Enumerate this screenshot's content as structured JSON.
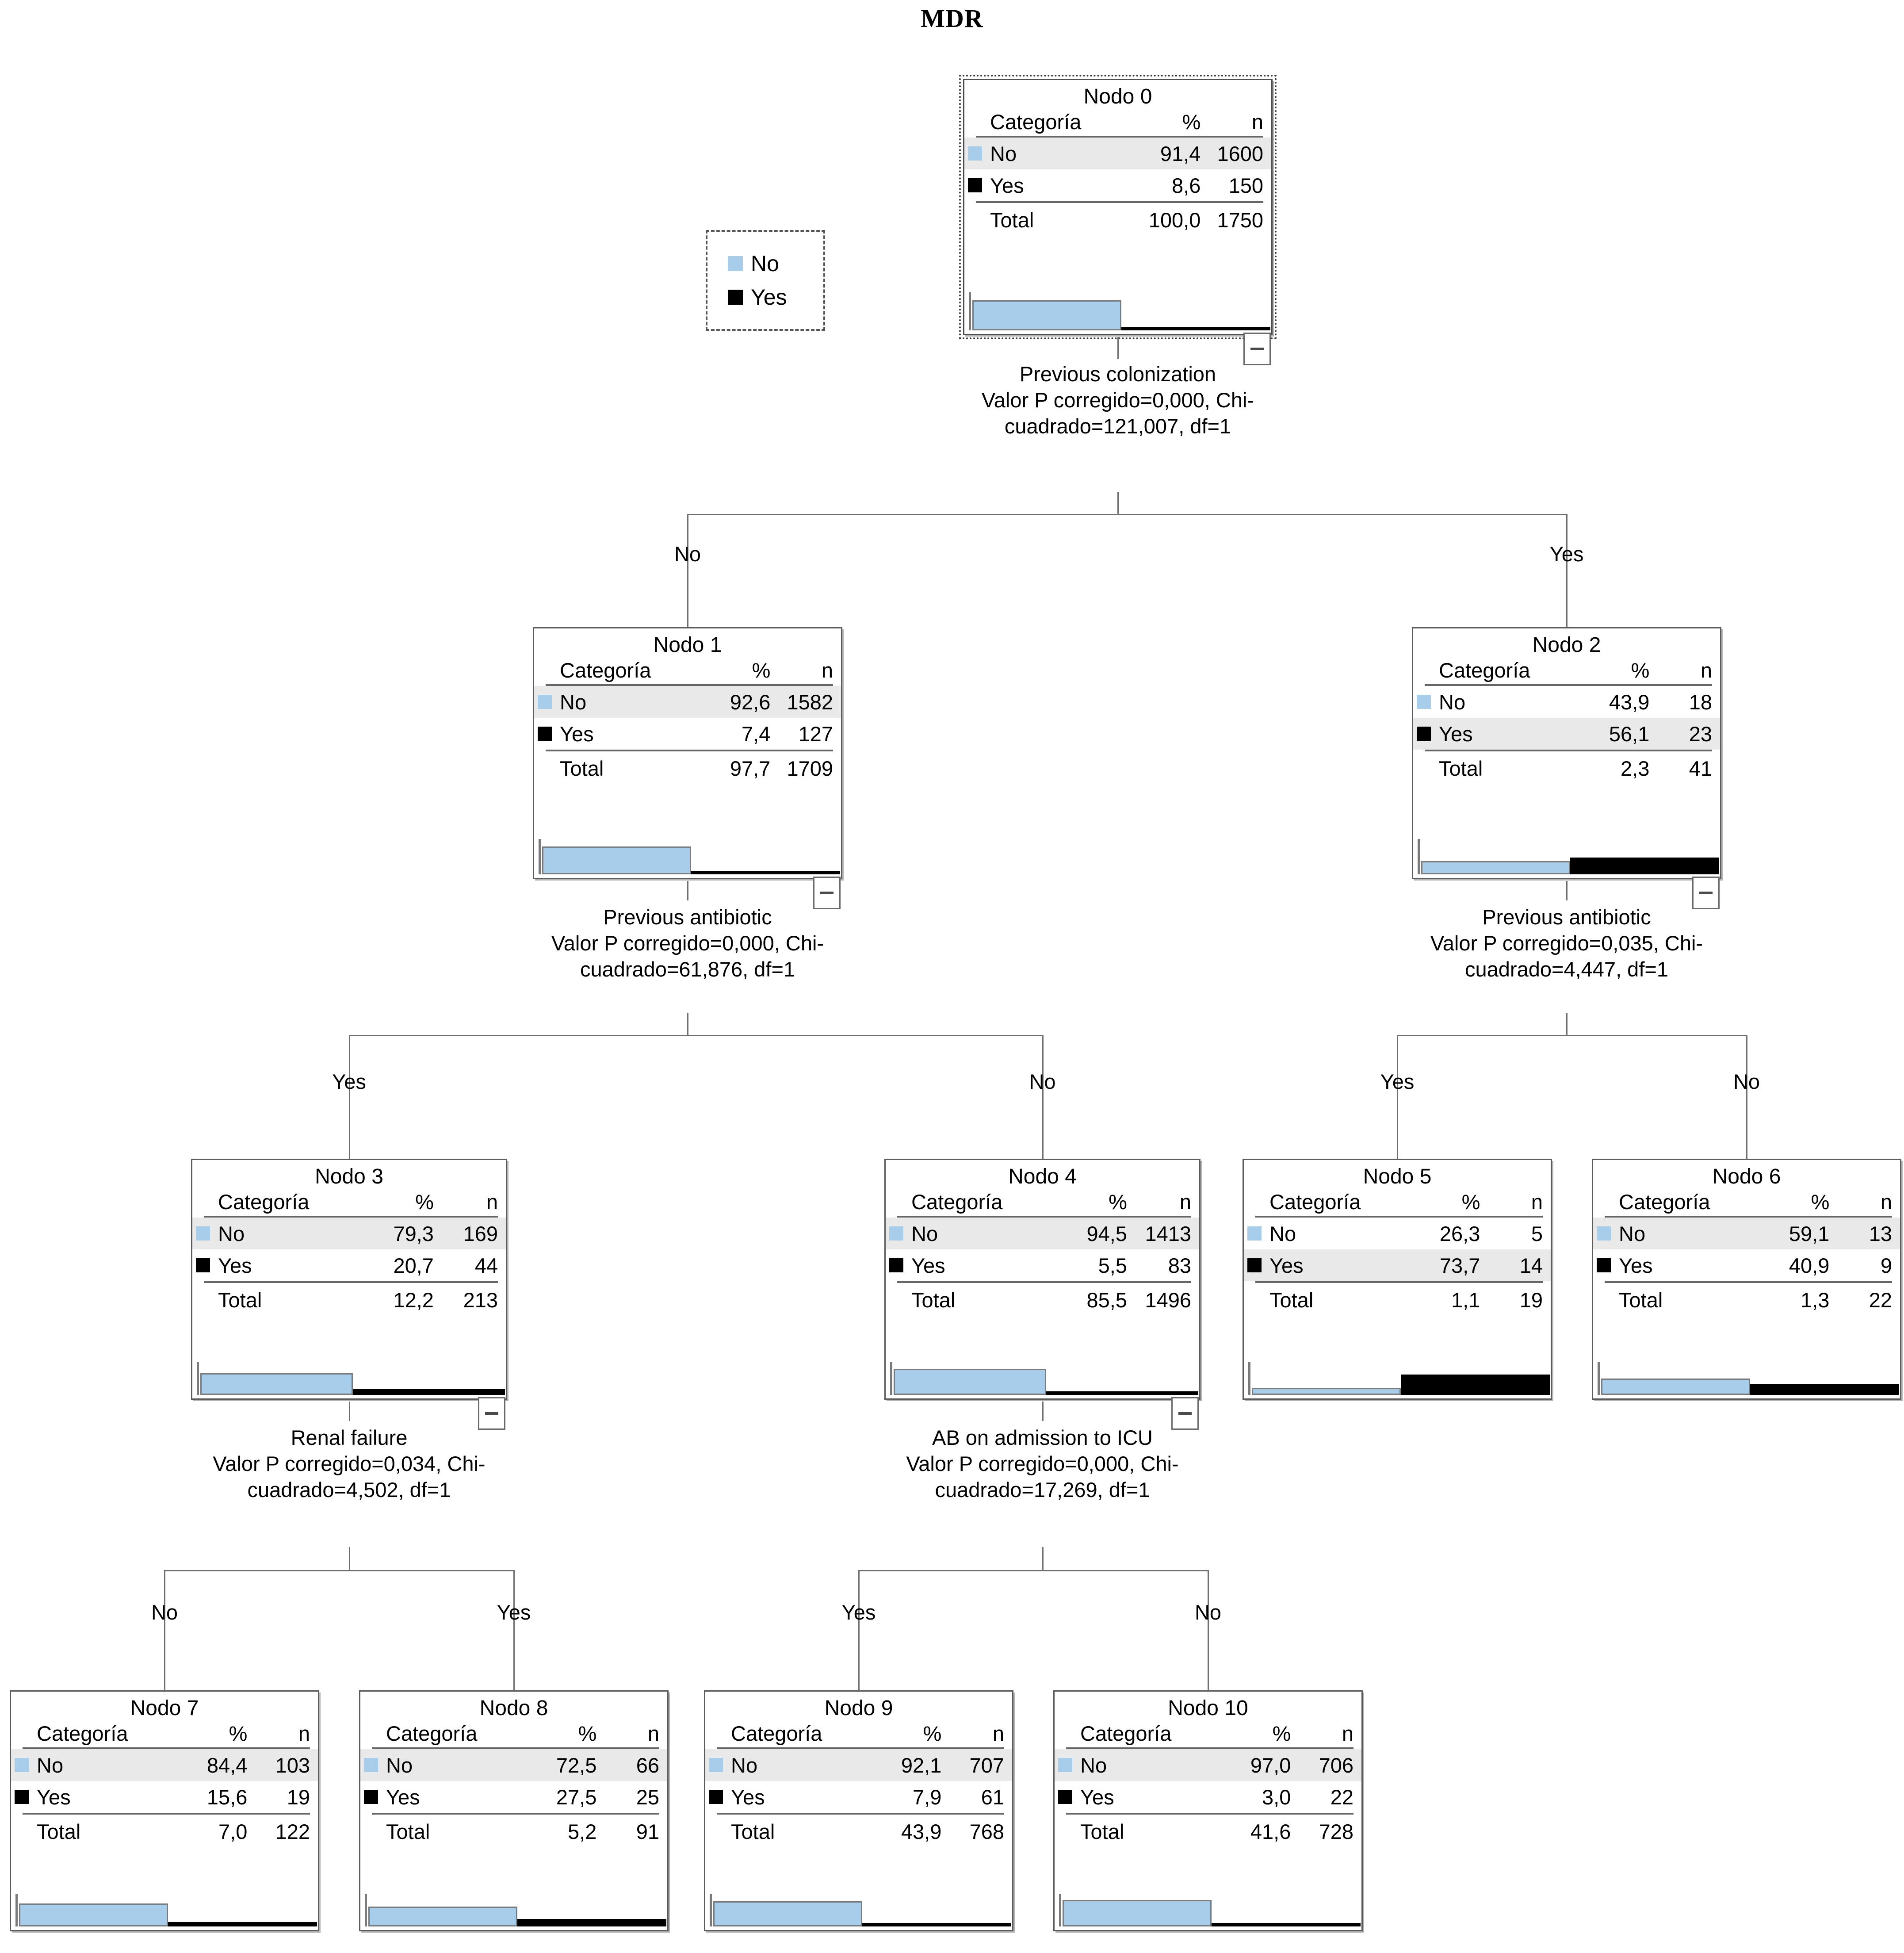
{
  "title": "MDR",
  "legend": {
    "items": [
      {
        "label": "No",
        "color": "#a8cdea"
      },
      {
        "label": "Yes",
        "color": "#000000"
      }
    ]
  },
  "labels": {
    "category_header": "Categoría",
    "pct_header": "%",
    "n_header": "n",
    "total_label": "Total",
    "collapse_icon": "minus-icon"
  },
  "chart_data": {
    "type": "tree",
    "title": "MDR",
    "target": "MDR",
    "classes": [
      "No",
      "Yes"
    ],
    "class_colors": [
      "#a8cdea",
      "#000000"
    ],
    "nodes": [
      {
        "id": 0,
        "title": "Nodo 0",
        "rows": [
          {
            "category": "No",
            "pct": "91,4",
            "n": "1600",
            "highlight": true,
            "value": 91.4
          },
          {
            "category": "Yes",
            "pct": "8,6",
            "n": "150",
            "highlight": false,
            "value": 8.6
          }
        ],
        "total": {
          "label": "Total",
          "pct": "100,0",
          "n": "1750"
        },
        "split": "Previous colonization\nValor P corregido=0,000, Chi-\ncuadrado=121,007, df=1",
        "split_variable": "Previous colonization",
        "p_value": "0,000",
        "chi_square": "121,007",
        "df": "1",
        "children": [
          1,
          2
        ],
        "child_labels": [
          "No",
          "Yes"
        ],
        "collapsible": true
      },
      {
        "id": 1,
        "title": "Nodo 1",
        "rows": [
          {
            "category": "No",
            "pct": "92,6",
            "n": "1582",
            "highlight": true,
            "value": 92.6
          },
          {
            "category": "Yes",
            "pct": "7,4",
            "n": "127",
            "highlight": false,
            "value": 7.4
          }
        ],
        "total": {
          "label": "Total",
          "pct": "97,7",
          "n": "1709"
        },
        "split": "Previous antibiotic\nValor P corregido=0,000, Chi-\ncuadrado=61,876, df=1",
        "split_variable": "Previous antibiotic",
        "p_value": "0,000",
        "chi_square": "61,876",
        "df": "1",
        "children": [
          3,
          4
        ],
        "child_labels": [
          "Yes",
          "No"
        ],
        "collapsible": true
      },
      {
        "id": 2,
        "title": "Nodo 2",
        "rows": [
          {
            "category": "No",
            "pct": "43,9",
            "n": "18",
            "highlight": false,
            "value": 43.9
          },
          {
            "category": "Yes",
            "pct": "56,1",
            "n": "23",
            "highlight": true,
            "value": 56.1
          }
        ],
        "total": {
          "label": "Total",
          "pct": "2,3",
          "n": "41"
        },
        "split": "Previous antibiotic\nValor P corregido=0,035, Chi-\ncuadrado=4,447, df=1",
        "split_variable": "Previous antibiotic",
        "p_value": "0,035",
        "chi_square": "4,447",
        "df": "1",
        "children": [
          5,
          6
        ],
        "child_labels": [
          "Yes",
          "No"
        ],
        "collapsible": true
      },
      {
        "id": 3,
        "title": "Nodo 3",
        "rows": [
          {
            "category": "No",
            "pct": "79,3",
            "n": "169",
            "highlight": true,
            "value": 79.3
          },
          {
            "category": "Yes",
            "pct": "20,7",
            "n": "44",
            "highlight": false,
            "value": 20.7
          }
        ],
        "total": {
          "label": "Total",
          "pct": "12,2",
          "n": "213"
        },
        "split": "Renal failure\nValor P corregido=0,034, Chi-\ncuadrado=4,502, df=1",
        "split_variable": "Renal failure",
        "p_value": "0,034",
        "chi_square": "4,502",
        "df": "1",
        "children": [
          7,
          8
        ],
        "child_labels": [
          "No",
          "Yes"
        ],
        "collapsible": true
      },
      {
        "id": 4,
        "title": "Nodo 4",
        "rows": [
          {
            "category": "No",
            "pct": "94,5",
            "n": "1413",
            "highlight": true,
            "value": 94.5
          },
          {
            "category": "Yes",
            "pct": "5,5",
            "n": "83",
            "highlight": false,
            "value": 5.5
          }
        ],
        "total": {
          "label": "Total",
          "pct": "85,5",
          "n": "1496"
        },
        "split": "AB on admission to ICU\nValor P corregido=0,000, Chi-\ncuadrado=17,269, df=1",
        "split_variable": "AB on admission to ICU",
        "p_value": "0,000",
        "chi_square": "17,269",
        "df": "1",
        "children": [
          9,
          10
        ],
        "child_labels": [
          "Yes",
          "No"
        ],
        "collapsible": true
      },
      {
        "id": 5,
        "title": "Nodo 5",
        "rows": [
          {
            "category": "No",
            "pct": "26,3",
            "n": "5",
            "highlight": false,
            "value": 26.3
          },
          {
            "category": "Yes",
            "pct": "73,7",
            "n": "14",
            "highlight": true,
            "value": 73.7
          }
        ],
        "total": {
          "label": "Total",
          "pct": "1,1",
          "n": "19"
        },
        "split": "",
        "children": [],
        "child_labels": [],
        "collapsible": false
      },
      {
        "id": 6,
        "title": "Nodo 6",
        "rows": [
          {
            "category": "No",
            "pct": "59,1",
            "n": "13",
            "highlight": true,
            "value": 59.1
          },
          {
            "category": "Yes",
            "pct": "40,9",
            "n": "9",
            "highlight": false,
            "value": 40.9
          }
        ],
        "total": {
          "label": "Total",
          "pct": "1,3",
          "n": "22"
        },
        "split": "",
        "children": [],
        "child_labels": [],
        "collapsible": false
      },
      {
        "id": 7,
        "title": "Nodo 7",
        "rows": [
          {
            "category": "No",
            "pct": "84,4",
            "n": "103",
            "highlight": true,
            "value": 84.4
          },
          {
            "category": "Yes",
            "pct": "15,6",
            "n": "19",
            "highlight": false,
            "value": 15.6
          }
        ],
        "total": {
          "label": "Total",
          "pct": "7,0",
          "n": "122"
        },
        "split": "",
        "children": [],
        "child_labels": [],
        "collapsible": false
      },
      {
        "id": 8,
        "title": "Nodo 8",
        "rows": [
          {
            "category": "No",
            "pct": "72,5",
            "n": "66",
            "highlight": true,
            "value": 72.5
          },
          {
            "category": "Yes",
            "pct": "27,5",
            "n": "25",
            "highlight": false,
            "value": 27.5
          }
        ],
        "total": {
          "label": "Total",
          "pct": "5,2",
          "n": "91"
        },
        "split": "",
        "children": [],
        "child_labels": [],
        "collapsible": false
      },
      {
        "id": 9,
        "title": "Nodo 9",
        "rows": [
          {
            "category": "No",
            "pct": "92,1",
            "n": "707",
            "highlight": true,
            "value": 92.1
          },
          {
            "category": "Yes",
            "pct": "7,9",
            "n": "61",
            "highlight": false,
            "value": 7.9
          }
        ],
        "total": {
          "label": "Total",
          "pct": "43,9",
          "n": "768"
        },
        "split": "",
        "children": [],
        "child_labels": [],
        "collapsible": false
      },
      {
        "id": 10,
        "title": "Nodo 10",
        "rows": [
          {
            "category": "No",
            "pct": "97,0",
            "n": "706",
            "highlight": true,
            "value": 97.0
          },
          {
            "category": "Yes",
            "pct": "3,0",
            "n": "22",
            "highlight": false,
            "value": 3.0
          }
        ],
        "total": {
          "label": "Total",
          "pct": "41,6",
          "n": "728"
        },
        "split": "",
        "children": [],
        "child_labels": [],
        "collapsible": false
      }
    ],
    "edge_labels": [
      "No",
      "Yes",
      "Yes",
      "No",
      "Yes",
      "No",
      "No",
      "Yes",
      "Yes",
      "No"
    ]
  }
}
